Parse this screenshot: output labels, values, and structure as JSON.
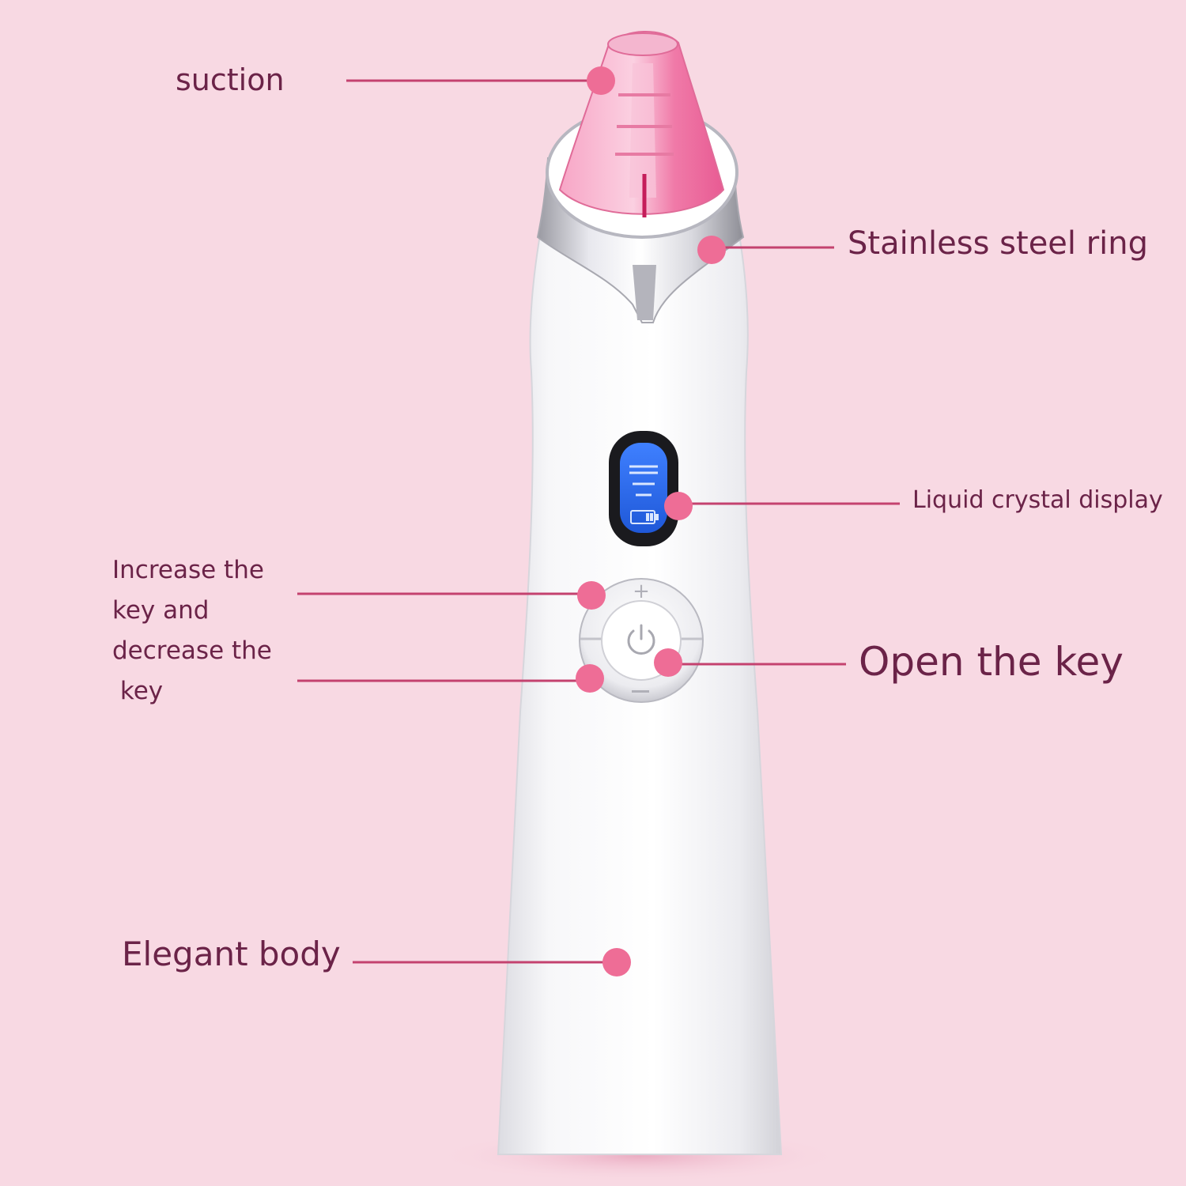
{
  "colors": {
    "background": "#f8d9e3",
    "label_text": "#6b2348",
    "leader_line": "#c4426f",
    "marker_dot": "#ee6d96",
    "device_body": "#f4f4f6",
    "nozzle": "#f59bbf",
    "lcd": "#2f6cf0"
  },
  "callouts": {
    "suction": "suction",
    "ring": "Stainless steel ring",
    "lcd": "Liquid crystal display",
    "keys": [
      "Increase the",
      "key and",
      "decrease the",
      " key"
    ],
    "open": "Open the key",
    "body": "Elegant body"
  },
  "icons": {
    "power": "power-icon",
    "plus": "plus-icon",
    "minus": "minus-icon",
    "battery": "battery-icon"
  }
}
